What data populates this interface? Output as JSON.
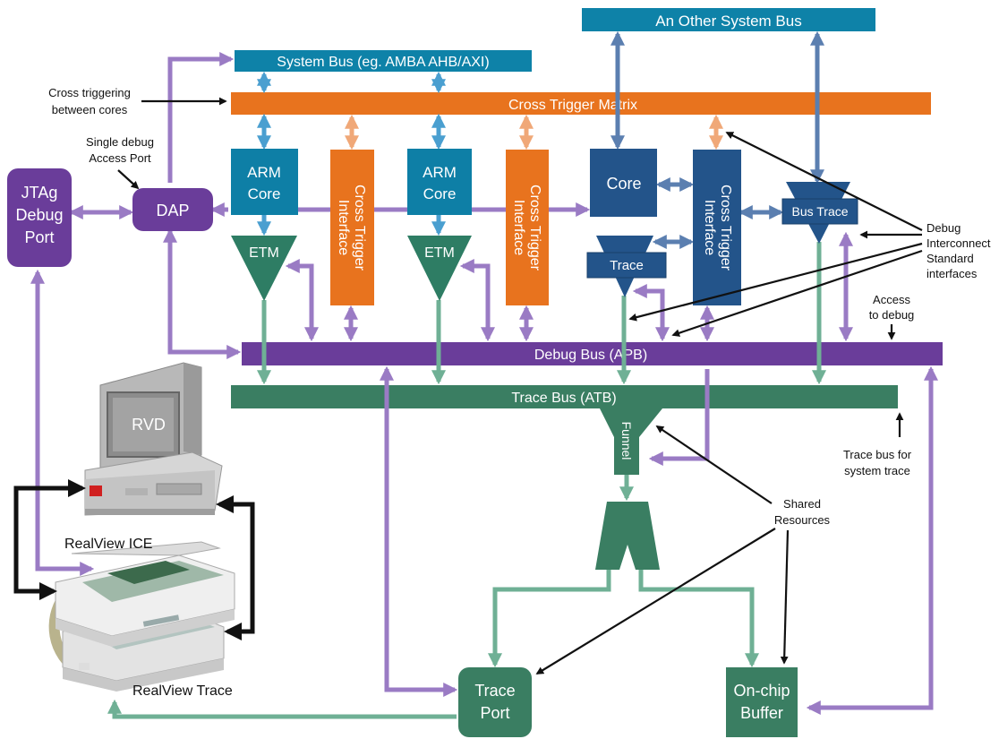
{
  "colors": {
    "system_bus": "#0e82a8",
    "cross_trigger": "#e8731e",
    "cross_trigger_arrow": "#f0a878",
    "arm_core": "#0e7fa6",
    "etm": "#2e7d64",
    "core_dark": "#23548a",
    "debug_bus": "#6a3d9a",
    "trace_bus": "#3a7e62",
    "purple_arrow": "#9a7bc4",
    "blue_arrow": "#4a9fd0",
    "slate_arrow": "#5b7fb0",
    "green_arrow": "#6fb095"
  },
  "buses": {
    "other_system_bus": "An Other System Bus",
    "system_bus": "System Bus (eg. AMBA AHB/AXI)",
    "cross_trigger_matrix": "Cross Trigger Matrix",
    "debug_bus": "Debug Bus (APB)",
    "trace_bus": "Trace Bus (ATB)"
  },
  "blocks": {
    "jtag_line1": "JTAg",
    "jtag_line2": "Debug",
    "jtag_line3": "Port",
    "dap": "DAP",
    "arm_core_line1": "ARM",
    "arm_core_line2": "Core",
    "etm": "ETM",
    "cti_line1": "Cross Trigger",
    "cti_line2": "Interface",
    "core": "Core",
    "trace": "Trace",
    "bus_trace": "Bus Trace",
    "funnel": "Funnel",
    "trace_port_line1": "Trace",
    "trace_port_line2": "Port",
    "onchip_line1": "On-chip",
    "onchip_line2": "Buffer",
    "rvd": "RVD"
  },
  "annotations": {
    "cross_trig_line1": "Cross triggering",
    "cross_trig_line2": "between cores",
    "single_debug_line1": "Single debug",
    "single_debug_line2": "Access Port",
    "debug_ic_line1": "Debug",
    "debug_ic_line2": "Interconnect",
    "debug_ic_line3": "Standard",
    "debug_ic_line4": "interfaces",
    "access_line1": "Access",
    "access_line2": "to debug",
    "trace_sys_line1": "Trace bus for",
    "trace_sys_line2": "system trace",
    "shared_line1": "Shared",
    "shared_line2": "Resources",
    "realview_ice": "RealView ICE",
    "realview_trace": "RealView Trace"
  }
}
